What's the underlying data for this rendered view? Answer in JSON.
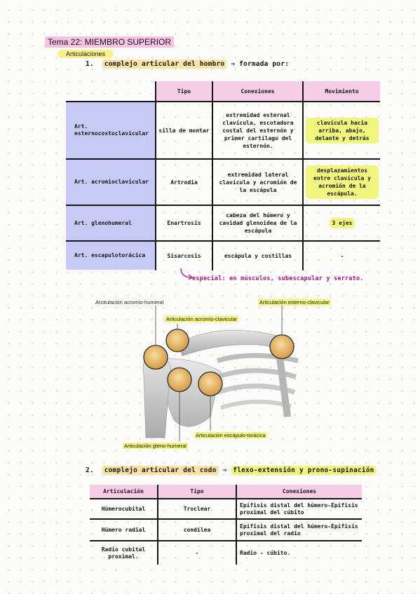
{
  "header": {
    "title": "Tema 22: MIEMBRO SUPERIOR",
    "subtitle": "Articulaciones"
  },
  "section1": {
    "number": "1.",
    "topic": "complejo articular del hombro",
    "arrow": "⇒",
    "rest": "formada por:",
    "table": {
      "headers": [
        "Tipo",
        "Conexiones",
        "Movimiento"
      ],
      "rows": [
        {
          "name": "Art. esternocostoclavicular",
          "tipo": "silla de montar",
          "conexiones": "extremidad esternal clavícula, escotadura costal del esternón y primer cartílago del esternón.",
          "movimiento": "clavícula hacia arriba, abajo, delante y detrás"
        },
        {
          "name": "Art. acromioclavicular",
          "tipo": "Artrodia",
          "conexiones": "extremidad lateral clavícula y acromión de la escápula",
          "movimiento": "desplazamientos entre clavícula y acromión de la escápula."
        },
        {
          "name": "Art. glenohumeral",
          "tipo": "Enartrosis",
          "conexiones": "cabeza del húmero y cavidad glenoidea de la escápula",
          "movimiento": "3 ejes"
        },
        {
          "name": "Art. escapulotorácica",
          "tipo": "Sisarcosis",
          "conexiones": "escápula y costillas",
          "movimiento": "-"
        }
      ]
    },
    "note": "especial: en músculos, subescapular y serrato."
  },
  "figure": {
    "labels": {
      "acromio_humeral": "Arcitulación acromio-humeral",
      "esterno_clavicular": "Articulación esterno-clavicular",
      "acromio_clavicular": "Articulación acromio-clavicular",
      "escapulo_toracica": "Articulación escápulo-torácica",
      "gleno_humeral": "Articulación gleno-humeral"
    },
    "colors": {
      "joint": "#e7b86a",
      "bone": "#c4c4c4",
      "highlight": "#f1f77e"
    }
  },
  "section2": {
    "number": "2.",
    "topic": "complejo articular del codo",
    "arrow": "⇒",
    "rest": "flexo-extensión y prono-supinación",
    "table": {
      "headers": [
        "Articulación",
        "Tipo",
        "Conexiones"
      ],
      "rows": [
        {
          "name": "Húmerocubital",
          "tipo": "Troclear",
          "conexiones": "Epífisis distal del húmero-Epífisis proximal del cúbito"
        },
        {
          "name": "Húmero radial",
          "tipo": "condílea",
          "conexiones": "Epífisis distal del húmero-Epífisis proximal del radio"
        },
        {
          "name": "Radio cubital proximal.",
          "tipo": "-",
          "conexiones": "Radio - cúbito."
        }
      ]
    }
  }
}
